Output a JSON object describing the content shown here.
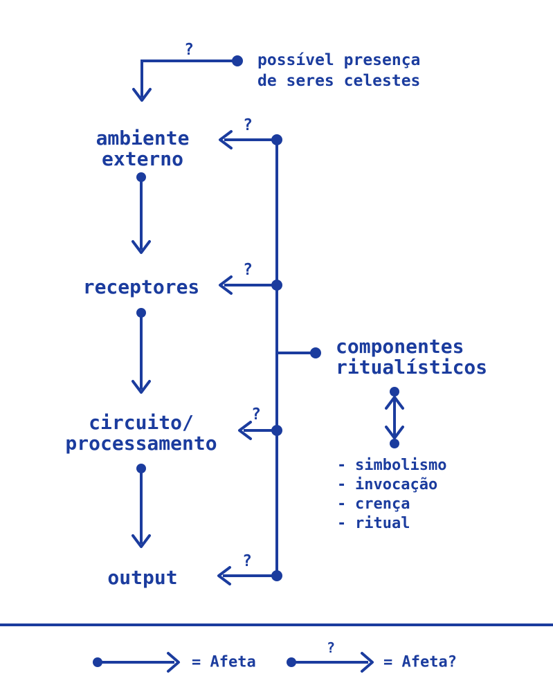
{
  "colors": {
    "ink": "#1b3c9e",
    "background": "#ffffff"
  },
  "question_mark": "?",
  "nodes": {
    "ambiente": {
      "lines": [
        "ambiente",
        "externo"
      ]
    },
    "receptores": {
      "lines": [
        "receptores"
      ]
    },
    "circuito": {
      "lines": [
        "circuito/",
        "processamento"
      ]
    },
    "output": {
      "lines": [
        "output"
      ]
    },
    "componentes": {
      "lines": [
        "componentes",
        "ritualísticos"
      ]
    }
  },
  "celestial_note": {
    "lines": [
      "possível presença",
      "de seres celestes"
    ]
  },
  "ritual_list": {
    "marker": "-",
    "items": [
      "simbolismo",
      "invocação",
      "crença",
      "ritual"
    ]
  },
  "legend": {
    "affects": "= Afeta",
    "affects_maybe": "= Afeta?"
  }
}
